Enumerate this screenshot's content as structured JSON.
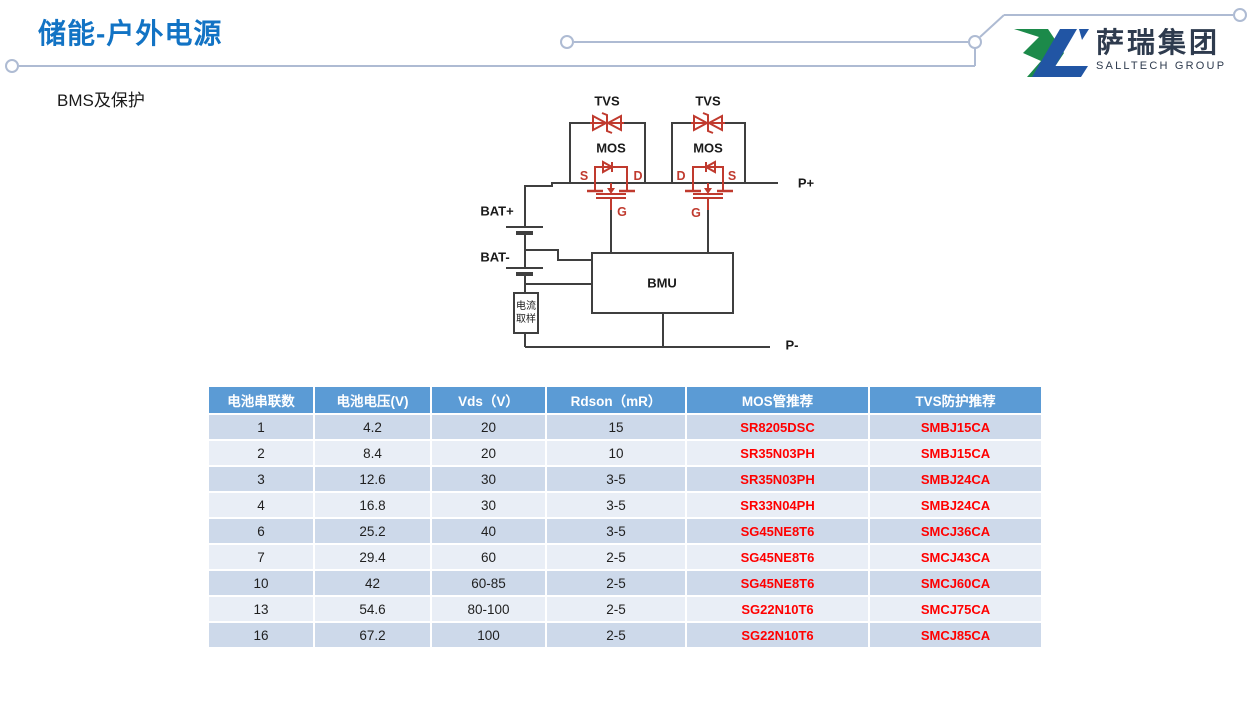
{
  "page": {
    "title": "储能-户外电源",
    "subtitle": "BMS及保护",
    "title_color": "#1273C4",
    "decor_line_color": "#AEBBD3"
  },
  "logo": {
    "name": "萨瑞集团",
    "subtitle": "SALLTECH GROUP",
    "text_color": "#2E3B4E",
    "mark_green": "#1C8A4A",
    "mark_blue": "#2155A4"
  },
  "diagram": {
    "labels": {
      "tvs": "TVS",
      "mos": "MOS",
      "bmu": "BMU",
      "bat_plus": "BAT+",
      "bat_minus": "BAT-",
      "p_plus": "P+",
      "p_minus": "P-",
      "s": "S",
      "d": "D",
      "g": "G",
      "current_sampling_line1": "电流",
      "current_sampling_line2": "取样"
    },
    "colors": {
      "wire": "#3F3F3F",
      "symbol_red": "#C03A2E"
    }
  },
  "table": {
    "headers": [
      "电池串联数",
      "电池电压(V)",
      "Vds（V）",
      "Rdson（mR）",
      "MOS管推荐",
      "TVS防护推荐"
    ],
    "rows": [
      [
        "1",
        "4.2",
        "20",
        "15",
        "SR8205DSC",
        "SMBJ15CA"
      ],
      [
        "2",
        "8.4",
        "20",
        "10",
        "SR35N03PH",
        "SMBJ15CA"
      ],
      [
        "3",
        "12.6",
        "30",
        "3-5",
        "SR35N03PH",
        "SMBJ24CA"
      ],
      [
        "4",
        "16.8",
        "30",
        "3-5",
        "SR33N04PH",
        "SMBJ24CA"
      ],
      [
        "6",
        "25.2",
        "40",
        "3-5",
        "SG45NE8T6",
        "SMCJ36CA"
      ],
      [
        "7",
        "29.4",
        "60",
        "2-5",
        "SG45NE8T6",
        "SMCJ43CA"
      ],
      [
        "10",
        "42",
        "60-85",
        "2-5",
        "SG45NE8T6",
        "SMCJ60CA"
      ],
      [
        "13",
        "54.6",
        "80-100",
        "2-5",
        "SG22N10T6",
        "SMCJ75CA"
      ],
      [
        "16",
        "67.2",
        "100",
        "2-5",
        "SG22N10T6",
        "SMCJ85CA"
      ]
    ],
    "colors": {
      "header_bg": "#5B9BD5",
      "row_odd": "#CDD9EA",
      "row_even": "#E9EEF6",
      "value_red": "#FF0000"
    }
  }
}
